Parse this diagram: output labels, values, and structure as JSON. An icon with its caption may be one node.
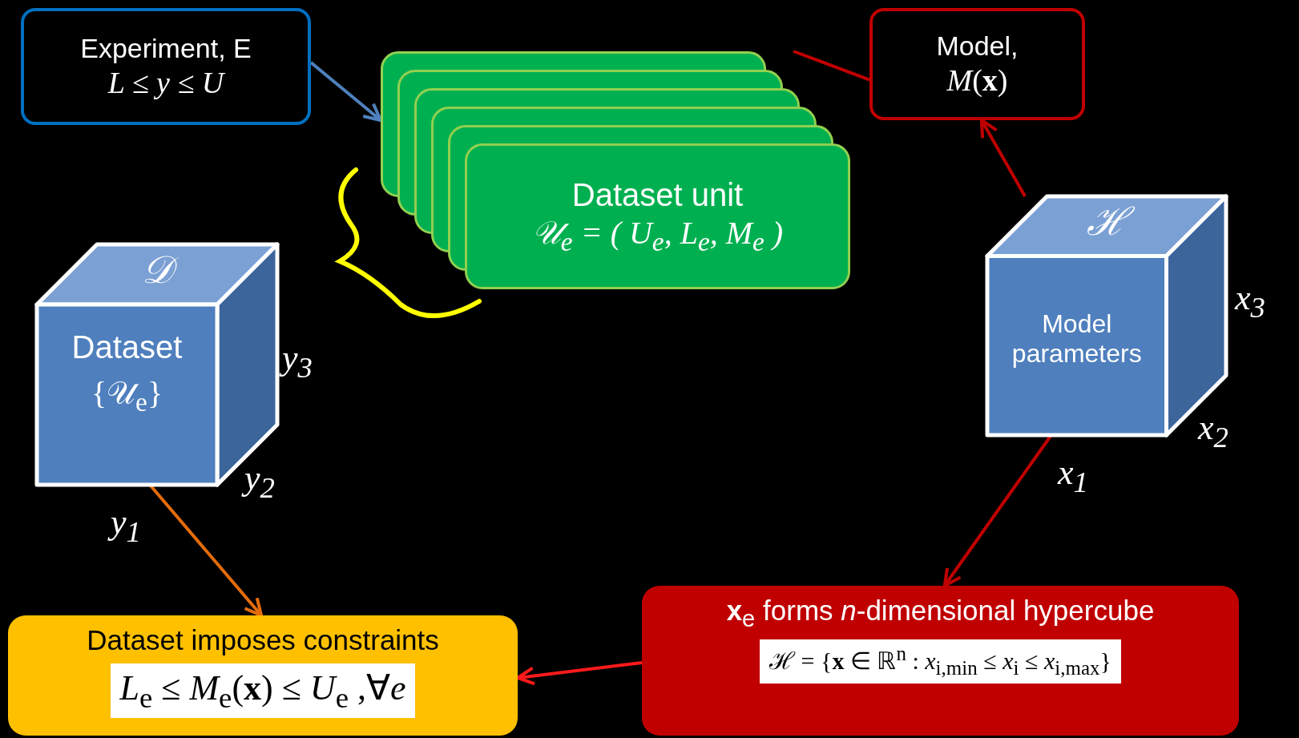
{
  "diagram": {
    "nodes": [
      {
        "text": [
          "Experiment, E",
          "L ≤ y ≤ U"
        ]
      },
      {
        "text": [
          "Dataset unit",
          "𝒰$_{e}$ = ( U$_{e}$, L$_{e}$, M$_{e}$ )"
        ]
      },
      {
        "text": [
          "Model,",
          "*M*(**x**)"
        ]
      },
      {
        "text": [
          "𝒟",
          "Dataset",
          "{𝒰$_{e}$}"
        ],
        "beside": [
          "y$_{3}$",
          "y$_{2}$",
          "y$_{1}$"
        ]
      },
      {
        "text": [
          "ℋ",
          "Model parameters"
        ],
        "beside": [
          "x$_{3}$",
          "x$_{2}$",
          "x$_{1}$"
        ]
      },
      {
        "text": [
          "Dataset imposes constraints",
          "*L*$_{e}$ ≤ *M*$_{e}$(**x**) ≤ *U*$_{e}$ ,∀*e*"
        ]
      },
      {
        "text": [
          "**x**$_{e}$ forms *n*-dimensional hypercube",
          "ℋ = {**x** ∈ ℝ$^{n}$ : *x*$_{i,min}$ ≤ *x*$_{i}$ ≤ *x*$_{i,max}$}"
        ]
      }
    ],
    "edges": [
      {
        "from": 0,
        "to": 1,
        "arrow": "to",
        "color": "#4f81bd"
      },
      {
        "from": 1,
        "to": 2,
        "arrow": "none"
      },
      {
        "from": 4,
        "to": 2,
        "arrow": "to"
      },
      {
        "from": 4,
        "to": 6,
        "arrow": "to"
      },
      {
        "from": 3,
        "to": 5,
        "arrow": "to",
        "color": "#e46c0a"
      },
      {
        "from": 6,
        "to": 5,
        "arrow": "to",
        "color": "#ff1a1a"
      }
    ]
  }
}
